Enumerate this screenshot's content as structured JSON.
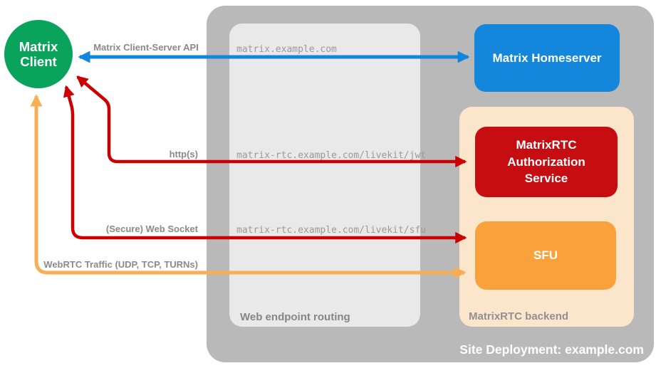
{
  "site": {
    "label": "Site Deployment: example.com"
  },
  "nodes": {
    "matrix_client": {
      "label": "Matrix Client"
    },
    "matrix_homeserver": {
      "label": "Matrix Homeserver"
    },
    "auth_service": {
      "label": "MatrixRTC Authorization Service"
    },
    "sfu": {
      "label": "SFU"
    }
  },
  "routing": {
    "title": "Web endpoint routing",
    "entries": [
      "matrix.example.com",
      "matrix-rtc.example.com/livekit/jwt",
      "matrix-rtc.example.com/livekit/sfu"
    ]
  },
  "backend": {
    "title": "MatrixRTC backend"
  },
  "edges": {
    "client_server_api": {
      "label": "Matrix Client-Server API",
      "color": "#1285dc"
    },
    "https": {
      "label": "http(s)",
      "color": "#cc0000"
    },
    "websocket": {
      "label": "(Secure) Web Socket",
      "color": "#cc0000"
    },
    "webrtc": {
      "label": "WebRTC Traffic (UDP, TCP, TURNs)",
      "color": "#f9ae53"
    }
  },
  "colors": {
    "client_green": "#09a35c",
    "homeserver_blue": "#1486db",
    "auth_red": "#c60d12",
    "sfu_orange": "#f9a23c",
    "backend_peach": "#fbe6cc",
    "routing_gray": "#e9e9e9",
    "site_gray": "#b9b9b9"
  }
}
